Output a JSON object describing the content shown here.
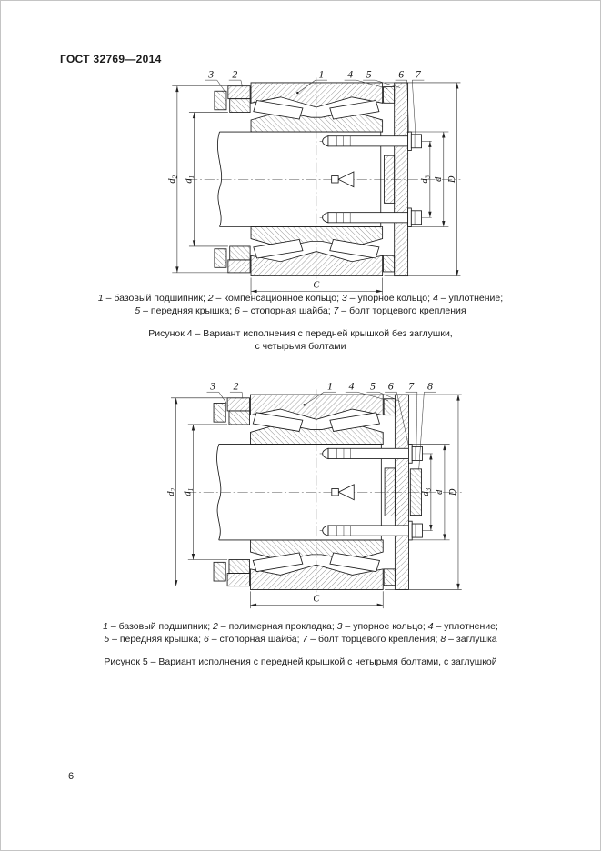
{
  "page": {
    "header": "ГОСТ 32769—2014",
    "page_number": "6"
  },
  "punct": {
    "dash": " – ",
    "sep": "; ",
    "line_end": ";"
  },
  "figures": [
    {
      "callouts": [
        "3",
        "2",
        "1",
        "4",
        "5",
        "6",
        "7"
      ],
      "dimensions": {
        "d2": {
          "base": "d",
          "sub": "2"
        },
        "d1": {
          "base": "d",
          "sub": "1"
        },
        "d3": {
          "base": "d",
          "sub": "3"
        },
        "d": {
          "base": "d",
          "sub": ""
        },
        "D": {
          "base": "D",
          "sub": ""
        },
        "C": {
          "base": "C",
          "sub": ""
        }
      },
      "legend_rows": [
        [
          {
            "n": "1",
            "t": "базовый подшипник"
          },
          {
            "n": "2",
            "t": "компенсационное кольцо"
          },
          {
            "n": "3",
            "t": "упорное кольцо"
          },
          {
            "n": "4",
            "t": "уплотнение"
          }
        ],
        [
          {
            "n": "5",
            "t": "передняя крышка"
          },
          {
            "n": "6",
            "t": "стопорная шайба"
          },
          {
            "n": "7",
            "t": "болт торцевого крепления"
          }
        ]
      ],
      "caption_lines": [
        "Рисунок 4 – Вариант исполнения с передней крышкой без заглушки,",
        "с четырьмя болтами"
      ],
      "has_plug": false
    },
    {
      "callouts": [
        "3",
        "2",
        "1",
        "4",
        "5",
        "6",
        "7",
        "8"
      ],
      "dimensions": {
        "d2": {
          "base": "d",
          "sub": "2"
        },
        "d1": {
          "base": "d",
          "sub": "1"
        },
        "d3": {
          "base": "d",
          "sub": "3"
        },
        "d": {
          "base": "d",
          "sub": ""
        },
        "D": {
          "base": "D",
          "sub": ""
        },
        "C": {
          "base": "C",
          "sub": ""
        }
      },
      "legend_rows": [
        [
          {
            "n": "1",
            "t": "базовый подшипник"
          },
          {
            "n": "2",
            "t": "полимерная прокладка"
          },
          {
            "n": "3",
            "t": "упорное кольцо"
          },
          {
            "n": "4",
            "t": "уплотнение"
          }
        ],
        [
          {
            "n": "5",
            "t": "передняя крышка"
          },
          {
            "n": "6",
            "t": "стопорная шайба"
          },
          {
            "n": "7",
            "t": "болт торцевого крепления"
          },
          {
            "n": "8",
            "t": "заглушка"
          }
        ]
      ],
      "caption_lines": [
        "Рисунок 5 – Вариант исполнения с передней крышкой с четырьмя болтами, с заглушкой"
      ],
      "has_plug": true
    }
  ]
}
